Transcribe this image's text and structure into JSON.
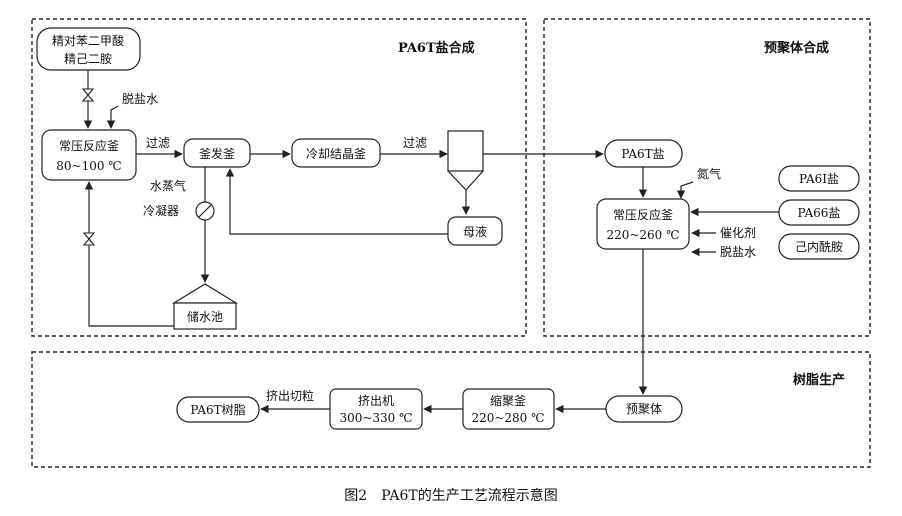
{
  "regions": {
    "salt": "PA6T盐合成",
    "prepoly": "预聚体合成",
    "resin": "树脂生产"
  },
  "nodes": {
    "raw1": "精对苯二甲酸",
    "raw2": "精己二胺",
    "reactor1_name": "常压反应釜",
    "reactor1_temp": "80~100 ℃",
    "evaporator": "釜发釜",
    "cryst": "冷却结晶釜",
    "mother": "母液",
    "tank": "储水池",
    "pa6t_salt": "PA6T盐",
    "reactor2_name": "常压反应釜",
    "reactor2_temp": "220~260 ℃",
    "pa6i": "PA6I盐",
    "pa66": "PA66盐",
    "caprolactam": "己内酰胺",
    "prepolymer": "预聚体",
    "polycond_name": "缩聚釜",
    "polycond_temp": "220~280 ℃",
    "extruder_name": "挤出机",
    "extruder_temp": "300~330 ℃",
    "resin": "PA6T树脂"
  },
  "labels": {
    "dewater1": "脱盐水",
    "filter1": "过滤",
    "steam": "水蒸气",
    "condenser": "冷凝器",
    "filter2": "过滤",
    "nitrogen": "氮气",
    "catalyst": "催化剂",
    "dewater2": "脱盐水",
    "pellet": "挤出切粒"
  },
  "caption": "图2　PA6T的生产工艺流程示意图"
}
